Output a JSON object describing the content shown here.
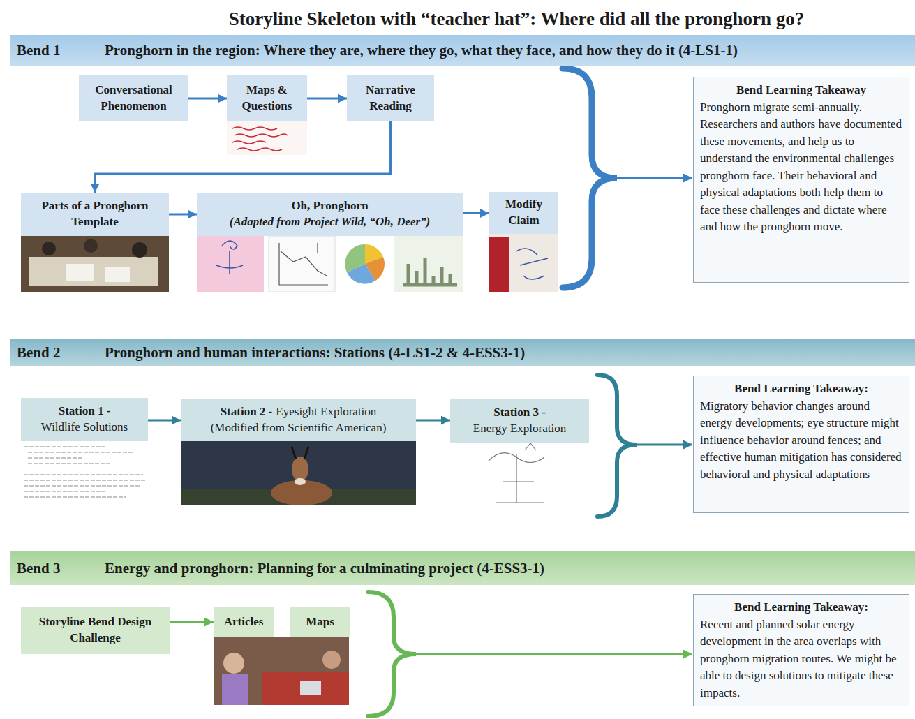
{
  "diagram": {
    "title": "Storyline Skeleton with “teacher hat”: Where did all the pronghorn go?",
    "nodes": [
      {
        "text": [
          "Bend 1",
          "Pronghorn in the region: Where they are, where they go, what they face, and how they do it (4-LS1-1)"
        ]
      },
      {
        "text": [
          "Conversational Phenomenon"
        ]
      },
      {
        "text": [
          "Maps & Questions"
        ]
      },
      {
        "text": [
          "Narrative Reading"
        ]
      },
      {
        "text": [
          "Parts of a Pronghorn Template"
        ]
      },
      {
        "text": [
          "Oh, Pronghorn",
          "(Adapted from Project Wild, “Oh, Deer”)"
        ]
      },
      {
        "text": [
          "Modify Claim"
        ]
      },
      {
        "text": [
          "Bend Learning Takeaway",
          "Pronghorn migrate semi-annually. Researchers and authors have documented these movements, and help us to understand the environmental challenges pronghorn face. Their behavioral and physical adaptations both help them to face these challenges and dictate where and how the pronghorn move."
        ]
      },
      {
        "text": [
          "Bend 2",
          "Pronghorn and human interactions: Stations (4-LS1-2 & 4-ESS3-1)"
        ]
      },
      {
        "text": [
          "Station 1 -",
          "Wildlife Solutions"
        ]
      },
      {
        "text": [
          "Station 2 -",
          "Eyesight Exploration",
          "(Modified from Scientific American)"
        ]
      },
      {
        "text": [
          "Station 3 -",
          "Energy Exploration"
        ]
      },
      {
        "text": [
          "Bend Learning Takeaway:",
          "Migratory behavior changes around energy developments; eye structure might influence behavior around fences; and effective human mitigation has considered behavioral and physical adaptations"
        ]
      },
      {
        "text": [
          "Bend 3",
          "Energy and pronghorn: Planning for a culminating project (4-ESS3-1)"
        ]
      },
      {
        "text": [
          "Storyline Bend Design Challenge"
        ]
      },
      {
        "text": [
          "Articles"
        ]
      },
      {
        "text": [
          "Maps"
        ]
      },
      {
        "text": [
          "Bend Learning Takeaway:",
          "Recent and planned solar energy development in the area overlaps with pronghorn migration routes. We might be able to design solutions to mitigate these impacts."
        ]
      }
    ],
    "edges": [
      {
        "from": 1,
        "to": 2,
        "arrow": "to"
      },
      {
        "from": 2,
        "to": 3,
        "arrow": "to"
      },
      {
        "from": 3,
        "to": 4,
        "arrow": "to"
      },
      {
        "from": 4,
        "to": 5,
        "arrow": "to"
      },
      {
        "from": 5,
        "to": 6,
        "arrow": "to"
      },
      {
        "from": 9,
        "to": 10,
        "arrow": "to"
      },
      {
        "from": 10,
        "to": 11,
        "arrow": "to"
      },
      {
        "from": 14,
        "to": 15,
        "arrow": "to"
      }
    ]
  }
}
